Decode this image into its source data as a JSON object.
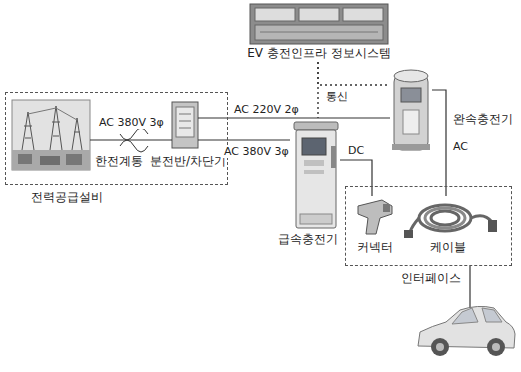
{
  "diagram": {
    "nodes": [
      {
        "text": [
          "전력공급설비"
        ]
      },
      {
        "text": [
          "한전계통"
        ],
        "in": 0
      },
      {
        "text": [
          "분전반/차단기"
        ],
        "in": 0
      },
      {
        "text": [
          "EV 충전인프라 정보시스템"
        ]
      },
      {
        "text": [
          "급속충전기"
        ]
      },
      {
        "text": [
          "완속충전기"
        ]
      },
      {
        "text": [
          "인터페이스"
        ]
      },
      {
        "text": [
          "커넥터"
        ],
        "in": 6
      },
      {
        "text": [
          "케이블"
        ],
        "in": 6
      }
    ],
    "edges": [
      {
        "from": 1,
        "to": 2,
        "arrow": "none",
        "label": "AC 380V 3φ"
      },
      {
        "from": 2,
        "to": 5,
        "arrow": "none",
        "label": "AC 220V 2φ"
      },
      {
        "from": 2,
        "to": 4,
        "arrow": "none",
        "label": "AC 380V 3φ"
      },
      {
        "from": 3,
        "to": 4,
        "arrow": "none",
        "label": "통신"
      },
      {
        "from": 3,
        "to": 5,
        "arrow": "none"
      },
      {
        "from": 4,
        "to": 7,
        "arrow": "none",
        "label": "DC"
      },
      {
        "from": 5,
        "to": 8,
        "arrow": "none",
        "label": "AC"
      }
    ]
  }
}
